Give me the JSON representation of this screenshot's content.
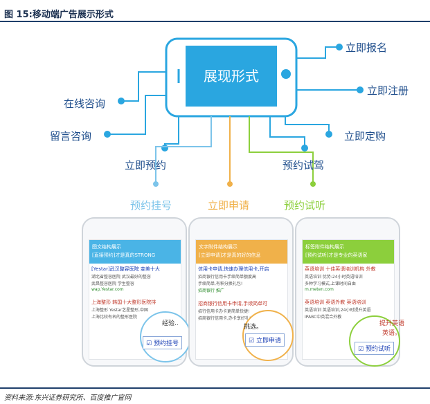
{
  "title": "图 15:移动端广告展示形式",
  "center_label": "展现形式",
  "labels": {
    "register_now": "立即报名",
    "signup_now": "立即注册",
    "online_consult": "在线咨询",
    "message_consult": "留言咨询",
    "buy_now": "立即定购",
    "book_now": "立即预约",
    "book_test_drive": "预约试驾"
  },
  "sublabels": {
    "registration": "预约挂号",
    "apply": "立即申请",
    "trial_class": "预约试听"
  },
  "phones": [
    {
      "banner_line1": "图文结构展示",
      "banner_line2": "[直接预约]才是真的STRONG",
      "ad1_title": "[Yestar]武汉整容医院 变美十大",
      "ad1_text1": "湖北省整容医院 武汉最好的整容",
      "ad1_text2": "武昌整容医院 学生整容",
      "ad1_url": "wap.Yestar.com",
      "ad2_title": "上海整形 韩国十大整形医院排",
      "ad2_text1": "上海整形 Yestar艺星整形,中国",
      "ad2_text2": "上海比较有名的整形医院",
      "bubble_text": "经验..",
      "cta": "预约挂号"
    },
    {
      "banner_line1": "文字附件结构展示",
      "banner_line2": "[立即申请]才是真的好的信息",
      "ad1_title": "信用卡申请,快速办理信用卡,开启",
      "ad1_text1": "招商银行信用卡手续简单额度高",
      "ad1_text2": "手续简单,有积分换礼包!",
      "ad1_url": "招商银行 推广",
      "ad2_title": "招商银行信用卡申请,手续简单可",
      "ad2_text1": "招行信用卡办卡更简单快捷!",
      "ad2_text2": "招商银行信用卡,办卡享好礼!",
      "bubble_text": "挑选。",
      "cta": "立即申请"
    },
    {
      "banner_line1": "标签附件结构展示",
      "banner_line2": "[预约试听]才是专业的英语家",
      "ad1_title": "英语培训 十佳英语培训机构 外教",
      "ad1_text1": "英语培训 优势:24小时英语培训",
      "ad1_text2": "多种学习模式,上课时间自由",
      "ad1_url": "m.meten.com",
      "ad2_title": "英语培训 英语外教 英语培训",
      "ad2_text1": "英语培训 英语培训,24小时提升英语",
      "ad2_text2": "IPABC中英混合外教",
      "bubble_text": "提升英语",
      "bubble_text2": "英语。",
      "cta": "预约试听"
    }
  ],
  "source": "资料来源:东兴证券研究所、百度推广官网",
  "colors": {
    "accent_blue": "#2aa6e0",
    "line_blue": "#7cc4ea",
    "navy": "#1f3f6b",
    "orange": "#f0b14a",
    "green": "#8ccf3c",
    "blue_banner": "#4ab4e6"
  }
}
